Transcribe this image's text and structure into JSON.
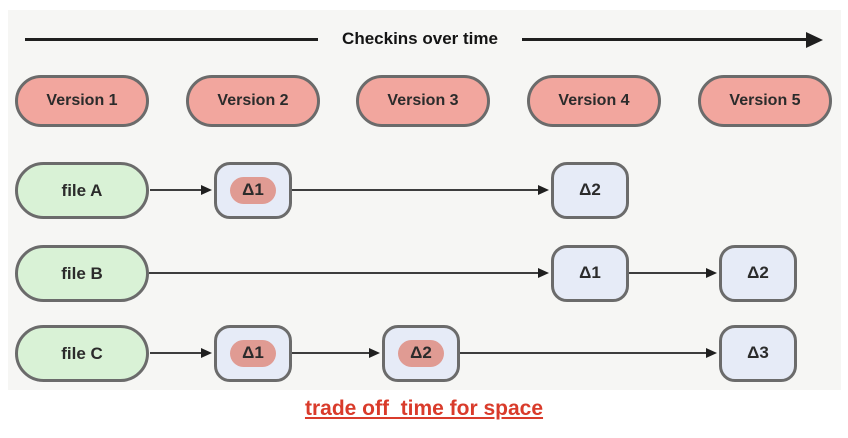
{
  "timeline": {
    "label": "Checkins over time"
  },
  "versions": [
    {
      "label": "Version 1"
    },
    {
      "label": "Version 2"
    },
    {
      "label": "Version 3"
    },
    {
      "label": "Version 4"
    },
    {
      "label": "Version 5"
    }
  ],
  "rows": [
    {
      "file": "file A",
      "deltas": [
        {
          "label": "Δ1",
          "highlighted": true
        },
        {
          "label": "Δ2",
          "highlighted": false
        }
      ]
    },
    {
      "file": "file B",
      "deltas": [
        {
          "label": "Δ1",
          "highlighted": false
        },
        {
          "label": "Δ2",
          "highlighted": false
        }
      ]
    },
    {
      "file": "file C",
      "deltas": [
        {
          "label": "Δ1",
          "highlighted": true
        },
        {
          "label": "Δ2",
          "highlighted": true
        },
        {
          "label": "Δ3",
          "highlighted": false
        }
      ]
    }
  ],
  "caption": {
    "text": "trade off  time for space"
  },
  "colors": {
    "version_fill": "#f2a69e",
    "file_fill": "#d9f2d6",
    "delta_fill": "#e6ebf7",
    "highlight_fill": "#e09b93",
    "border": "#6b6b6b",
    "caption_red": "#d93b2b",
    "panel_bg": "#f6f6f4"
  }
}
